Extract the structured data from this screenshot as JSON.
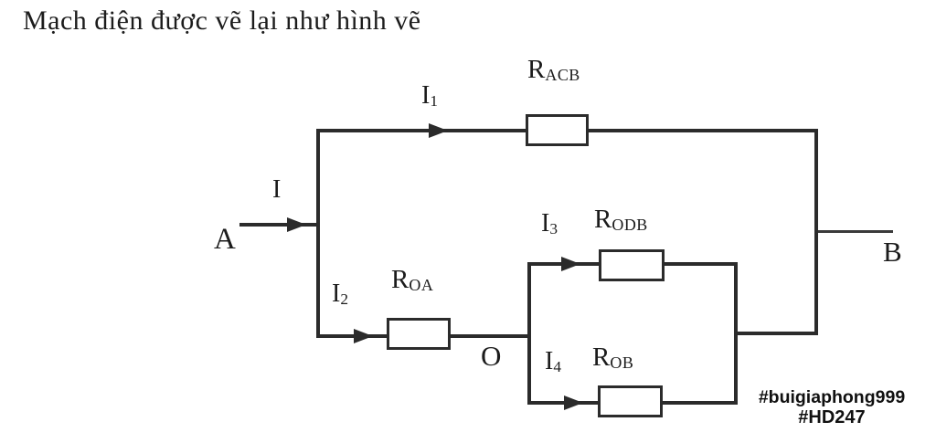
{
  "title": "Mạch điện được vẽ lại như hình vẽ",
  "colors": {
    "line": "#2b2b2b",
    "text": "#1c1c1c",
    "bg": "#ffffff",
    "watermark": "#111111"
  },
  "terminals": {
    "a": "A",
    "b": "B",
    "o": "O"
  },
  "currents": {
    "main": {
      "base": "I",
      "sub": ""
    },
    "i1": {
      "base": "I",
      "sub": "1"
    },
    "i2": {
      "base": "I",
      "sub": "2"
    },
    "i3": {
      "base": "I",
      "sub": "3"
    },
    "i4": {
      "base": "I",
      "sub": "4"
    }
  },
  "resistors": {
    "racb": {
      "base": "R",
      "sub": "ACB"
    },
    "roa": {
      "base": "R",
      "sub": "OA"
    },
    "rodb": {
      "base": "R",
      "sub": "ODB"
    },
    "rob": {
      "base": "R",
      "sub": "OB"
    }
  },
  "watermark": {
    "line1": "#buigiaphong999",
    "line2": "#HD247"
  }
}
